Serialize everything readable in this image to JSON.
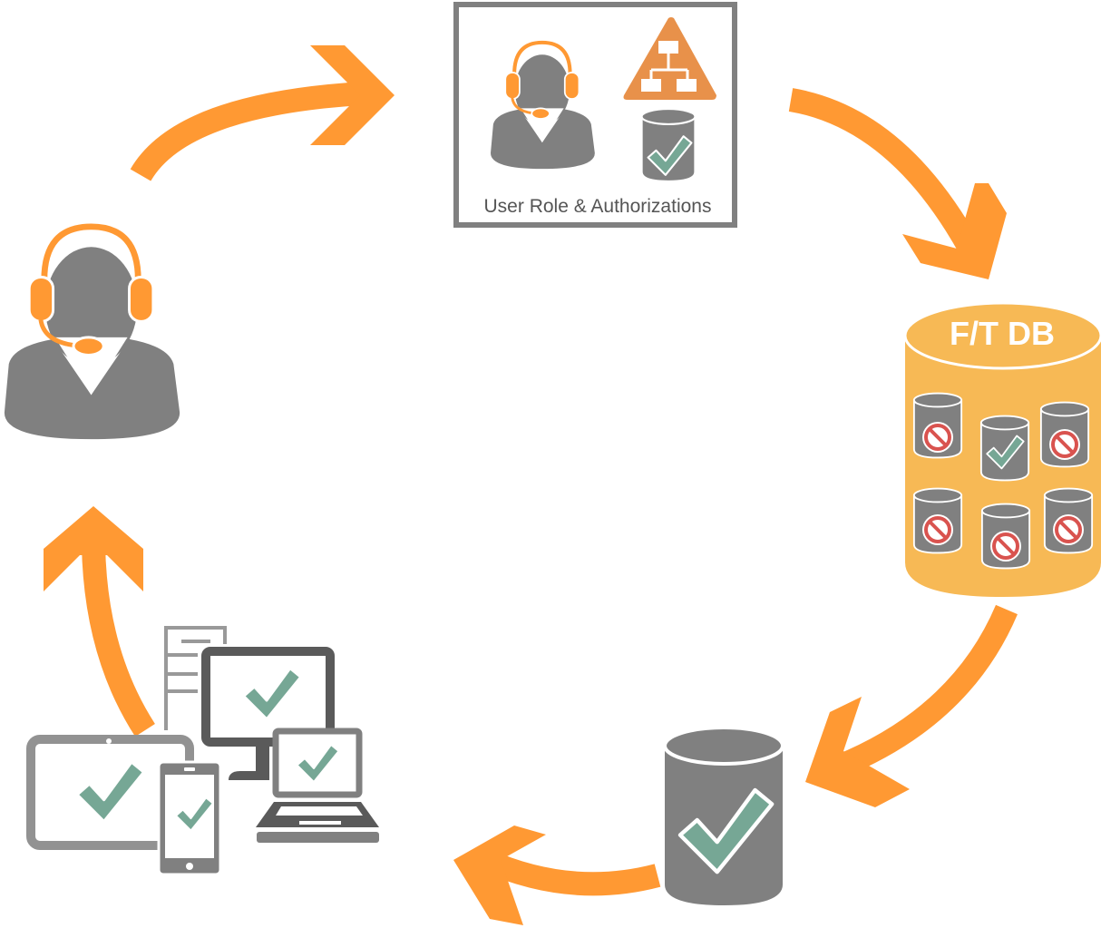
{
  "role_box": {
    "label": "User Role & Authorizations"
  },
  "database": {
    "label": "F/T DB",
    "inner_databases": [
      {
        "status": "blocked"
      },
      {
        "status": "approved"
      },
      {
        "status": "blocked"
      },
      {
        "status": "blocked"
      },
      {
        "status": "blocked"
      },
      {
        "status": "blocked"
      }
    ]
  },
  "icons": [
    "headset-user-icon",
    "hierarchy-icon",
    "database-check-icon",
    "database-blocked-icon",
    "tablet-icon",
    "phone-icon",
    "monitor-icon",
    "laptop-icon",
    "server-tower-icon"
  ],
  "colors": {
    "arrow": "#FF9933",
    "icon_gray": "#808080",
    "dark_gray": "#5a5a5a",
    "check_green": "#76A795",
    "db_yellow": "#F7B955",
    "hierarchy_orange": "#E8914A",
    "blocked_red": "#D9534F"
  }
}
